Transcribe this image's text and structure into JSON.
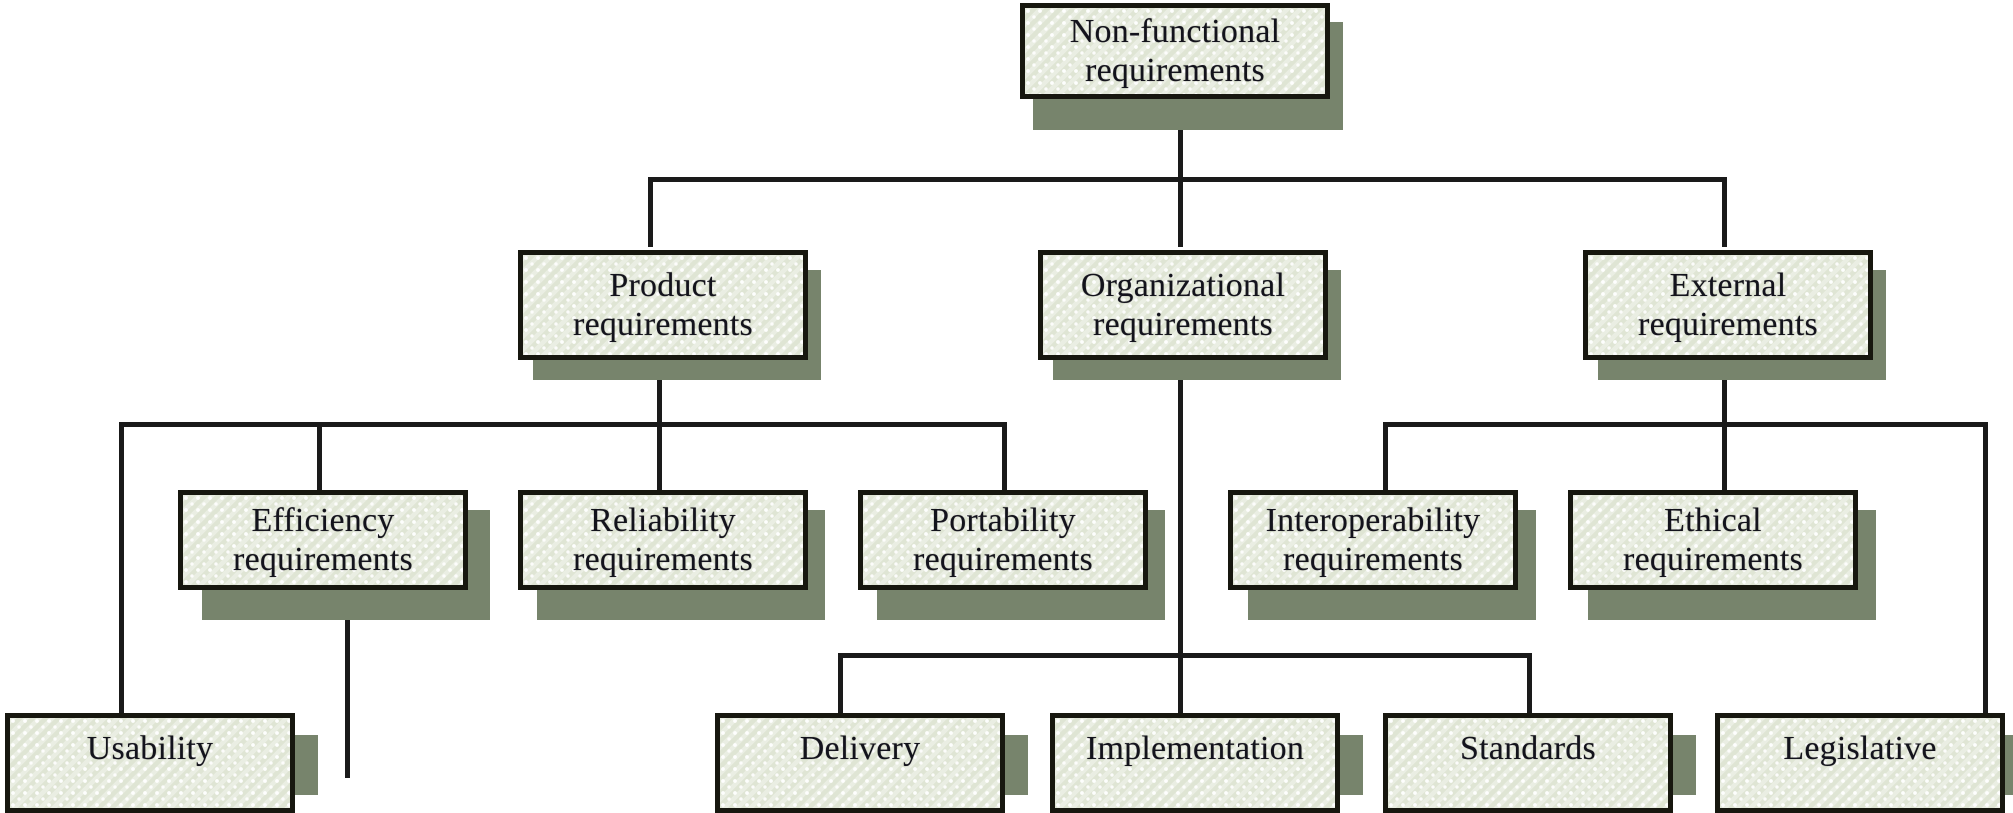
{
  "diagram": {
    "title": "Non-functional requirements",
    "type": "hierarchy-tree",
    "palette": {
      "box_fill": "#dfe5d4",
      "box_border": "#17170f",
      "box_shadow": "#77846c",
      "connector": "#1a1a1a",
      "text": "#13131c",
      "background": "#ffffff"
    },
    "nodes": {
      "root": {
        "label": "Non-functional\nrequirements",
        "level": 0
      },
      "product": {
        "label": "Product\nrequirements",
        "level": 1
      },
      "organizational": {
        "label": "Organizational\nrequirements",
        "level": 1
      },
      "external": {
        "label": "External\nrequirements",
        "level": 1
      },
      "efficiency": {
        "label": "Efficiency\nrequirements",
        "level": 2
      },
      "reliability": {
        "label": "Reliability\nrequirements",
        "level": 2
      },
      "portability": {
        "label": "Portability\nrequirements",
        "level": 2
      },
      "interoperability": {
        "label": "Interoperability\nrequirements",
        "level": 2
      },
      "ethical": {
        "label": "Ethical\nrequirements",
        "level": 2
      },
      "usability": {
        "label": "Usability",
        "level": 3
      },
      "delivery": {
        "label": "Delivery",
        "level": 3
      },
      "implementation": {
        "label": "Implementation",
        "level": 3
      },
      "standards": {
        "label": "Standards",
        "level": 3
      },
      "legislative": {
        "label": "Legislative",
        "level": 3
      }
    },
    "edges": [
      {
        "from": "root",
        "to": "product"
      },
      {
        "from": "root",
        "to": "organizational"
      },
      {
        "from": "root",
        "to": "external"
      },
      {
        "from": "product",
        "to": "efficiency"
      },
      {
        "from": "product",
        "to": "reliability"
      },
      {
        "from": "product",
        "to": "portability"
      },
      {
        "from": "product",
        "to": "usability"
      },
      {
        "from": "external",
        "to": "interoperability"
      },
      {
        "from": "external",
        "to": "ethical"
      },
      {
        "from": "external",
        "to": "legislative"
      },
      {
        "from": "organizational",
        "to": "delivery"
      },
      {
        "from": "organizational",
        "to": "implementation"
      },
      {
        "from": "organizational",
        "to": "standards"
      }
    ]
  }
}
